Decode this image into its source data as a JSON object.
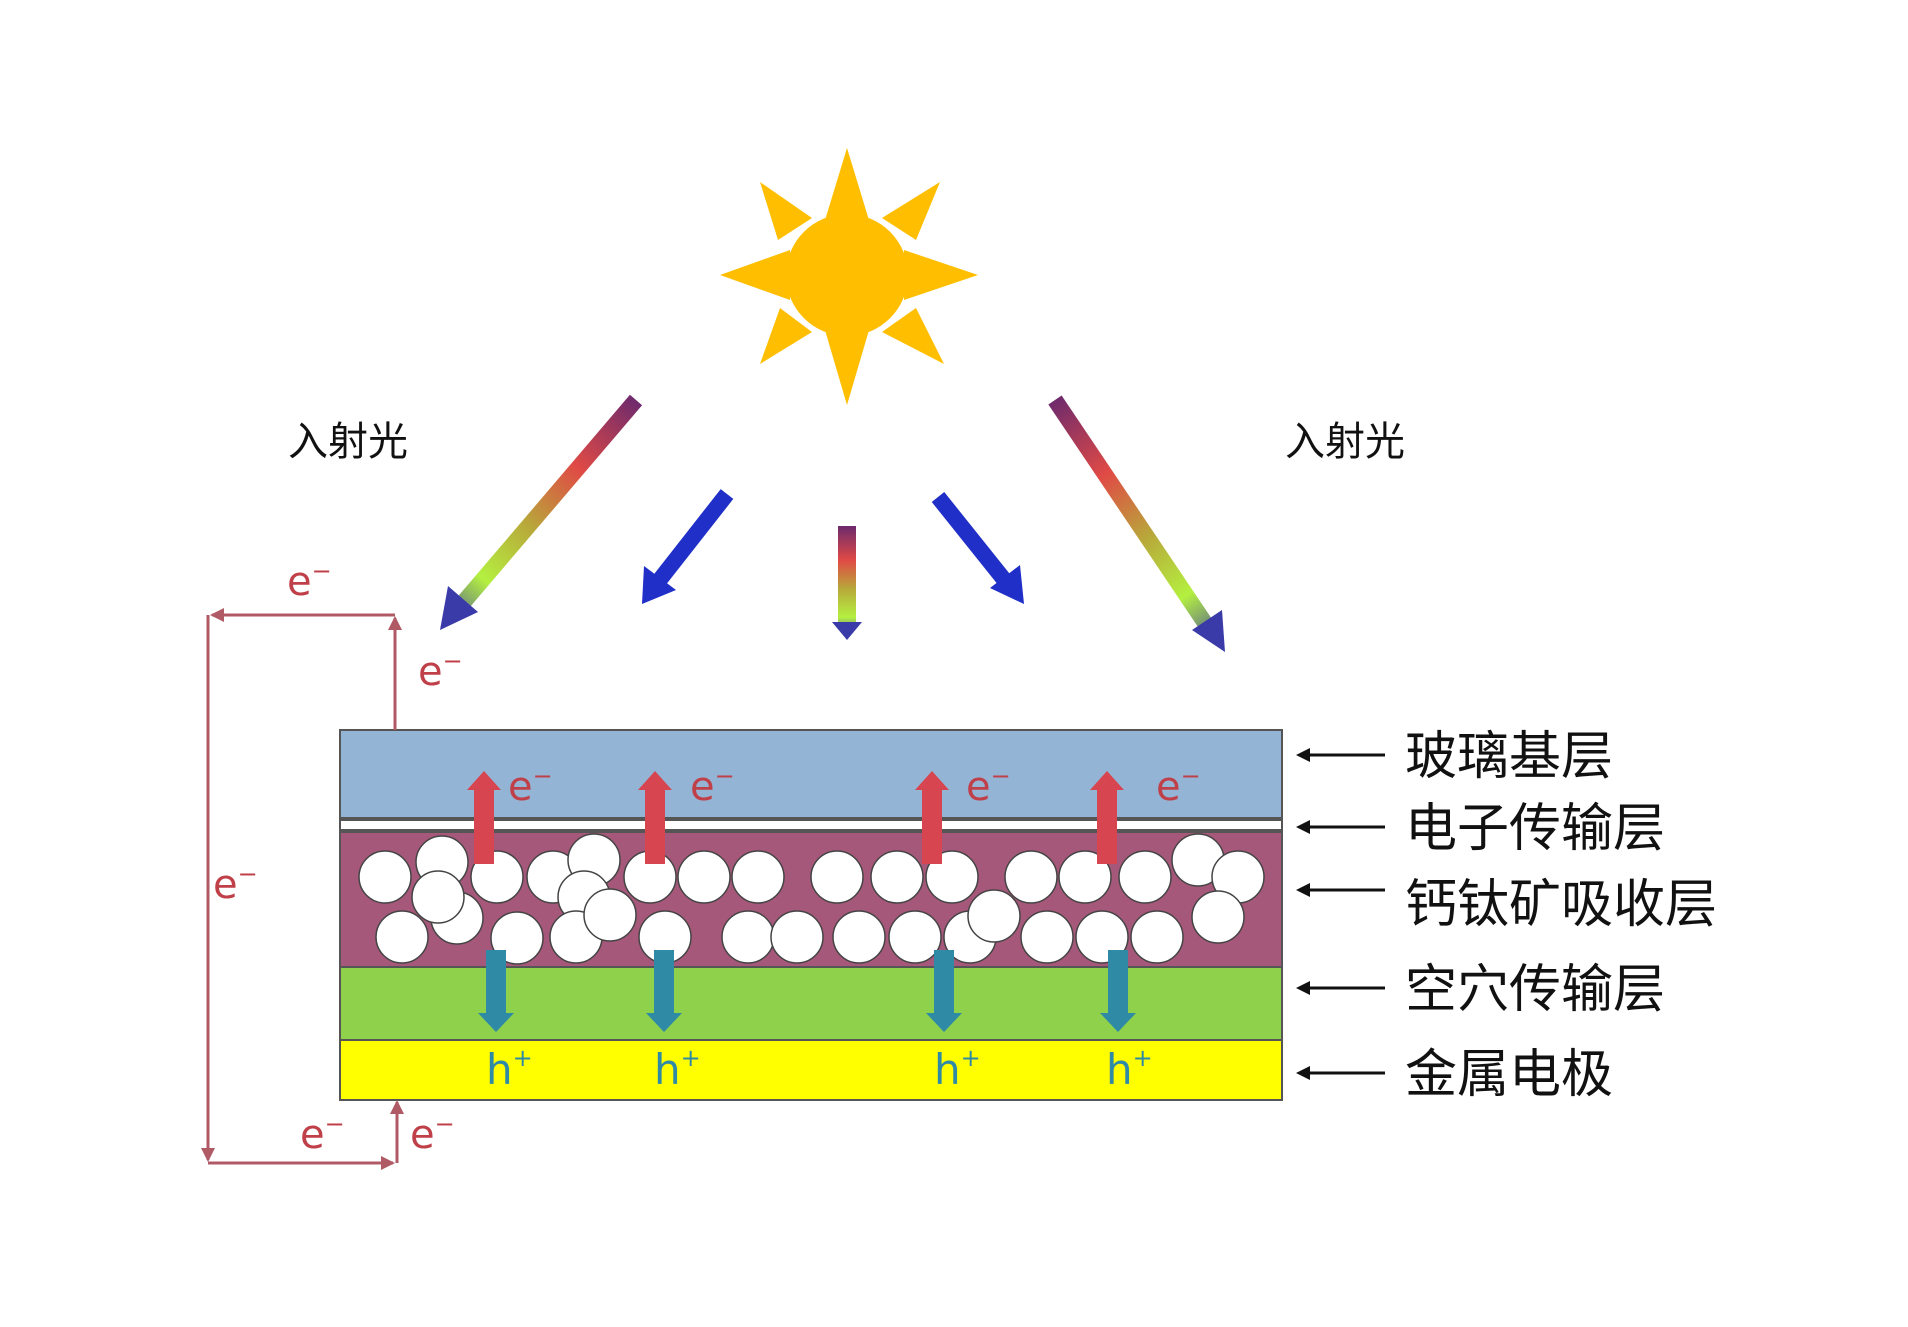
{
  "incident_light_labels": [
    "入射光",
    "入射光"
  ],
  "layer_labels": [
    "玻璃基层",
    "电子传输层",
    "钙钛矿吸收层",
    "空穴传输层",
    "金属电极"
  ],
  "electron_symbol": "e",
  "electron_superscript": "−",
  "hole_symbol": "h",
  "hole_superscript": "+",
  "colors": {
    "sun": "#ffbf00",
    "glass": "#94b4d6",
    "electron_transport": "#ffffff",
    "perovskite": "#a6587a",
    "hole_transport": "#8fd14a",
    "metal_electrode": "#ffff00",
    "electron_arrow": "#d64550",
    "hole_arrow": "#2f8aa5",
    "circuit": "#b05a66",
    "blue_light": "#1f2fc8"
  },
  "icons": [
    "sun-icon",
    "arrow-left-icon",
    "arrow-up-icon",
    "arrow-down-icon"
  ]
}
